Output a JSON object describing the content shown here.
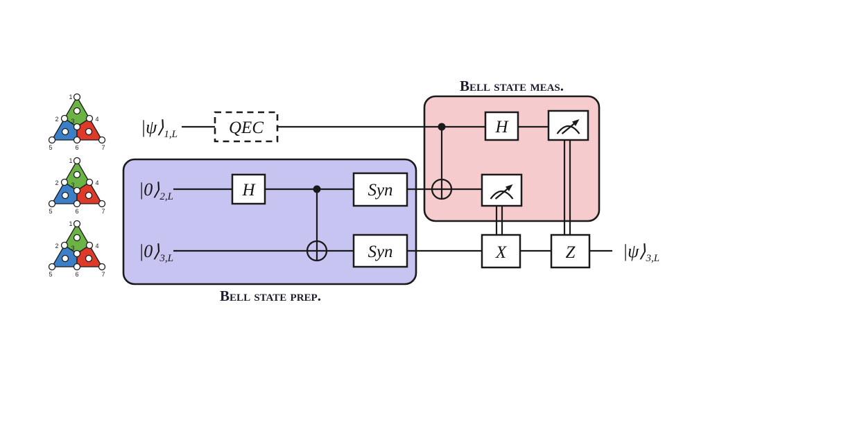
{
  "figure": {
    "regions": {
      "prep": {
        "title": "Bell state prep.",
        "fill": "#c7c4f1"
      },
      "meas": {
        "title": "Bell state meas.",
        "fill": "#f5cbcd"
      }
    },
    "inputs": [
      {
        "ket": "|ψ⟩",
        "sub": "1,L"
      },
      {
        "ket": "|0⟩",
        "sub": "2,L"
      },
      {
        "ket": "|0⟩",
        "sub": "3,L"
      }
    ],
    "output": {
      "ket": "|ψ⟩",
      "sub": "3,L"
    },
    "gates": {
      "qec": "QEC",
      "h_prep": "H",
      "syn_2": "Syn",
      "syn_3": "Syn",
      "h_meas": "H",
      "x_corr": "X",
      "z_corr": "Z"
    },
    "colors": {
      "plaquette_green": "#6cb345",
      "plaquette_blue": "#3d7fc6",
      "plaquette_red": "#dd3b2a",
      "title_text": "#1d1d30",
      "wire": "#1a1a1a",
      "prep_fill": "#c7c4f1",
      "meas_fill": "#f5cbcd"
    },
    "code_diagram": {
      "vertex_labels": [
        "1",
        "2",
        "3",
        "4",
        "5",
        "6",
        "7"
      ]
    }
  }
}
